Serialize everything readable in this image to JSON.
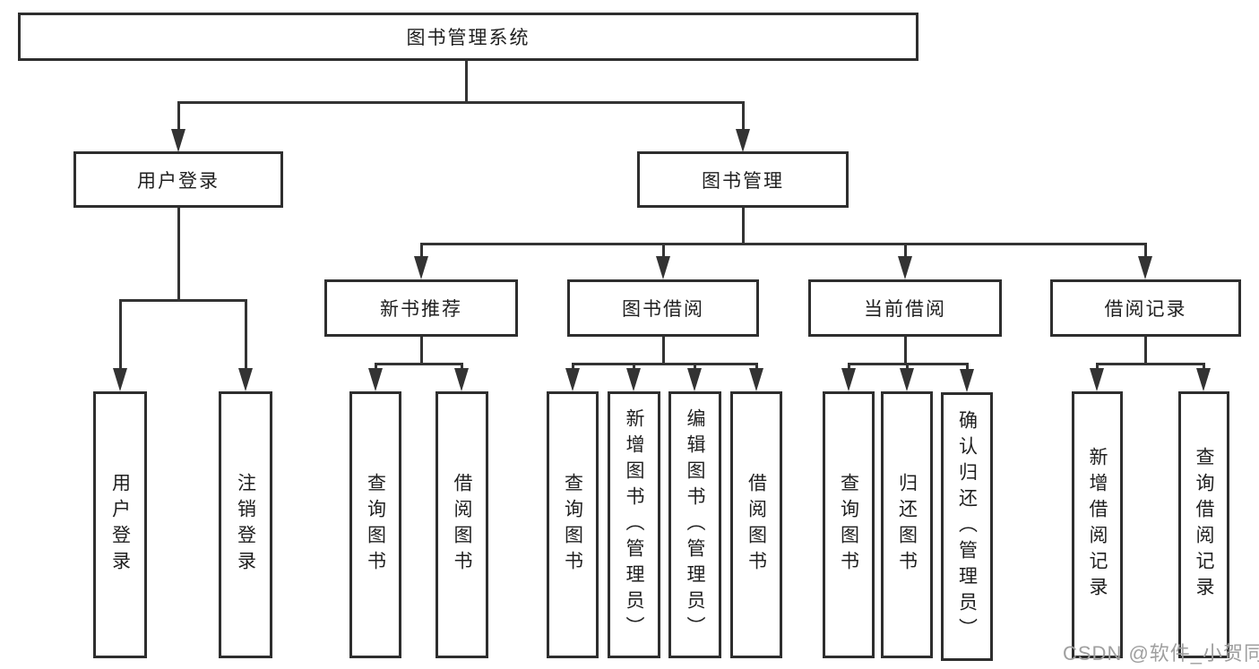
{
  "tree": {
    "label": "图书管理系统",
    "children": [
      {
        "label": "用户登录",
        "children": [
          {
            "label": "用户登录"
          },
          {
            "label": "注销登录"
          }
        ]
      },
      {
        "label": "图书管理",
        "children": [
          {
            "label": "新书推荐",
            "children": [
              {
                "label": "查询图书"
              },
              {
                "label": "借阅图书"
              }
            ]
          },
          {
            "label": "图书借阅",
            "children": [
              {
                "label": "查询图书"
              },
              {
                "label": "新增图书（管理员）"
              },
              {
                "label": "编辑图书（管理员）"
              },
              {
                "label": "借阅图书"
              }
            ]
          },
          {
            "label": "当前借阅",
            "children": [
              {
                "label": "查询图书"
              },
              {
                "label": "归还图书"
              },
              {
                "label": "确认归还（管理员）"
              }
            ]
          },
          {
            "label": "借阅记录",
            "children": [
              {
                "label": "新增借阅记录"
              },
              {
                "label": "查询借阅记录"
              }
            ]
          }
        ]
      }
    ]
  },
  "watermark": "CSDN @软件_小贺同学",
  "colors": {
    "line": "#333333",
    "border": "#2e2e2e",
    "text": "#1f1f1f",
    "background": "#ffffff",
    "watermark": "#9f9f9f"
  }
}
